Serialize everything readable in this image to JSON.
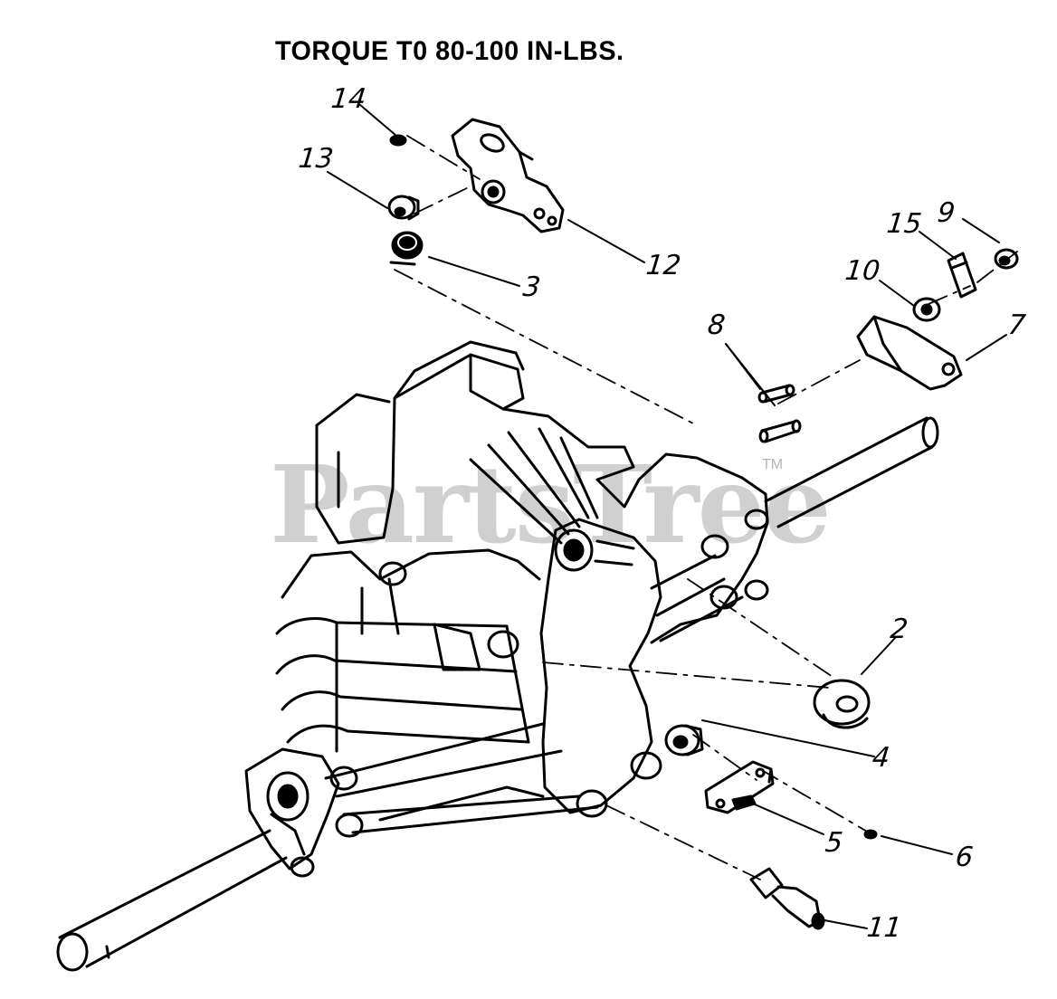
{
  "diagram": {
    "note": "TORQUE T0 80-100 IN-LBS.",
    "watermark": "PartsTree",
    "trademark": "TM",
    "callouts": [
      {
        "id": "c1",
        "label": "14"
      },
      {
        "id": "c2",
        "label": "13"
      },
      {
        "id": "c3",
        "label": "12"
      },
      {
        "id": "c4",
        "label": "3"
      },
      {
        "id": "c5",
        "label": "15"
      },
      {
        "id": "c6",
        "label": "9"
      },
      {
        "id": "c7",
        "label": "10"
      },
      {
        "id": "c8",
        "label": "8"
      },
      {
        "id": "c9",
        "label": "7"
      },
      {
        "id": "c10",
        "label": "2"
      },
      {
        "id": "c11",
        "label": "4"
      },
      {
        "id": "c12",
        "label": "5"
      },
      {
        "id": "c13",
        "label": "6"
      },
      {
        "id": "c14",
        "label": "11"
      }
    ]
  }
}
